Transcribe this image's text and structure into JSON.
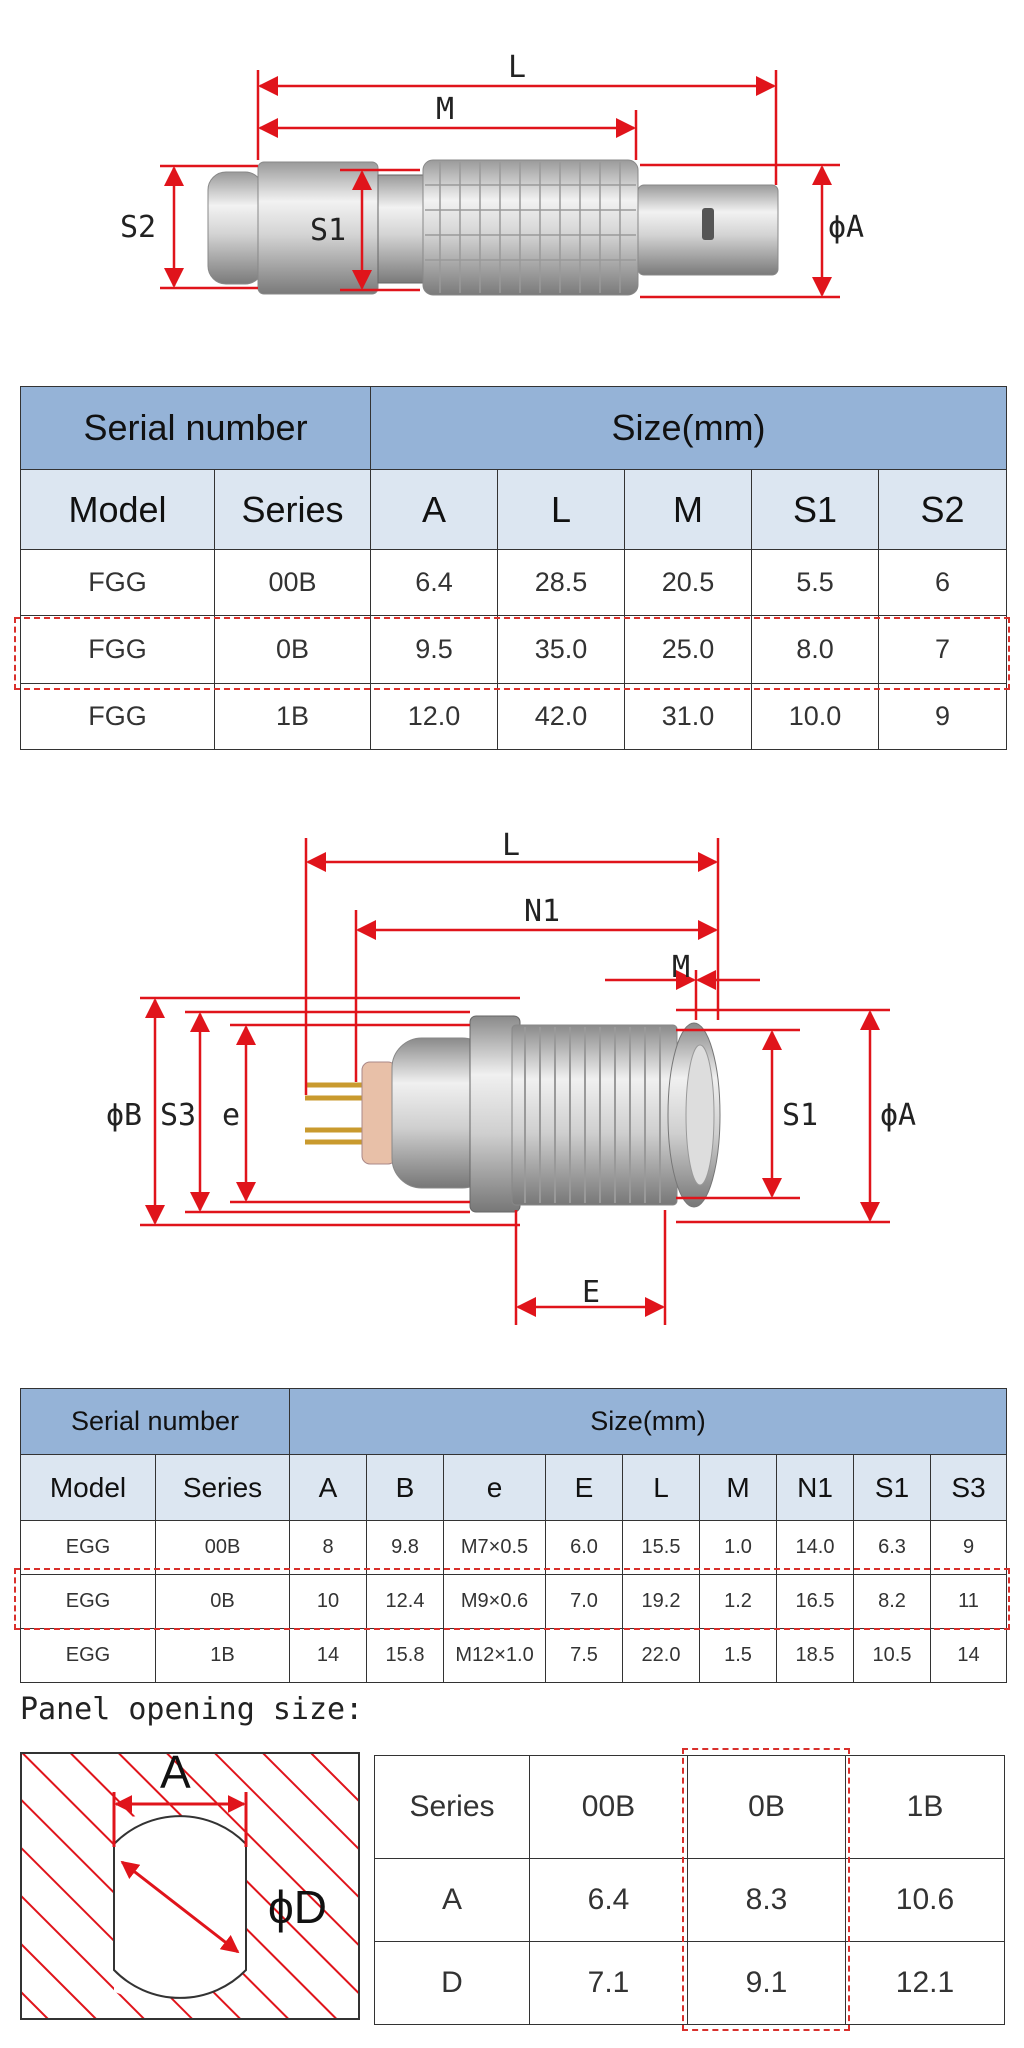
{
  "plug": {
    "labels": {
      "L": "L",
      "M": "M",
      "S1": "S1",
      "S2": "S2",
      "A": "ϕA"
    }
  },
  "plug_table": {
    "header_group1": "Serial number",
    "header_group2": "Size(mm)",
    "columns": [
      "Model",
      "Series",
      "A",
      "L",
      "M",
      "S1",
      "S2"
    ],
    "rows": [
      [
        "FGG",
        "00B",
        "6.4",
        "28.5",
        "20.5",
        "5.5",
        "6"
      ],
      [
        "FGG",
        "0B",
        "9.5",
        "35.0",
        "25.0",
        "8.0",
        "7"
      ],
      [
        "FGG",
        "1B",
        "12.0",
        "42.0",
        "31.0",
        "10.0",
        "9"
      ]
    ],
    "highlight_row": 1
  },
  "socket": {
    "labels": {
      "L": "L",
      "N1": "N1",
      "M": "M",
      "B": "ϕB",
      "S3": "S3",
      "e": "e",
      "S1": "S1",
      "A": "ϕA",
      "E": "E"
    }
  },
  "socket_table": {
    "header_group1": "Serial number",
    "header_group2": "Size(mm)",
    "columns": [
      "Model",
      "Series",
      "A",
      "B",
      "e",
      "E",
      "L",
      "M",
      "N1",
      "S1",
      "S3"
    ],
    "rows": [
      [
        "EGG",
        "00B",
        "8",
        "9.8",
        "M7×0.5",
        "6.0",
        "15.5",
        "1.0",
        "14.0",
        "6.3",
        "9"
      ],
      [
        "EGG",
        "0B",
        "10",
        "12.4",
        "M9×0.6",
        "7.0",
        "19.2",
        "1.2",
        "16.5",
        "8.2",
        "11"
      ],
      [
        "EGG",
        "1B",
        "14",
        "15.8",
        "M12×1.0",
        "7.5",
        "22.0",
        "1.5",
        "18.5",
        "10.5",
        "14"
      ]
    ],
    "highlight_row": 1
  },
  "panel": {
    "title": "Panel opening size:",
    "diagram_labels": {
      "A": "A",
      "D": "ϕD"
    },
    "table": {
      "columns": [
        "Series",
        "00B",
        "0B",
        "1B"
      ],
      "rows": [
        [
          "A",
          "6.4",
          "8.3",
          "10.6"
        ],
        [
          "D",
          "7.1",
          "9.1",
          "12.1"
        ]
      ],
      "highlight_col": 2
    }
  },
  "colors": {
    "dimension_red": "#e0141b",
    "header_blue": "#95b3d7",
    "subheader_blue": "#dce6f1",
    "highlight": "#d9302c"
  }
}
